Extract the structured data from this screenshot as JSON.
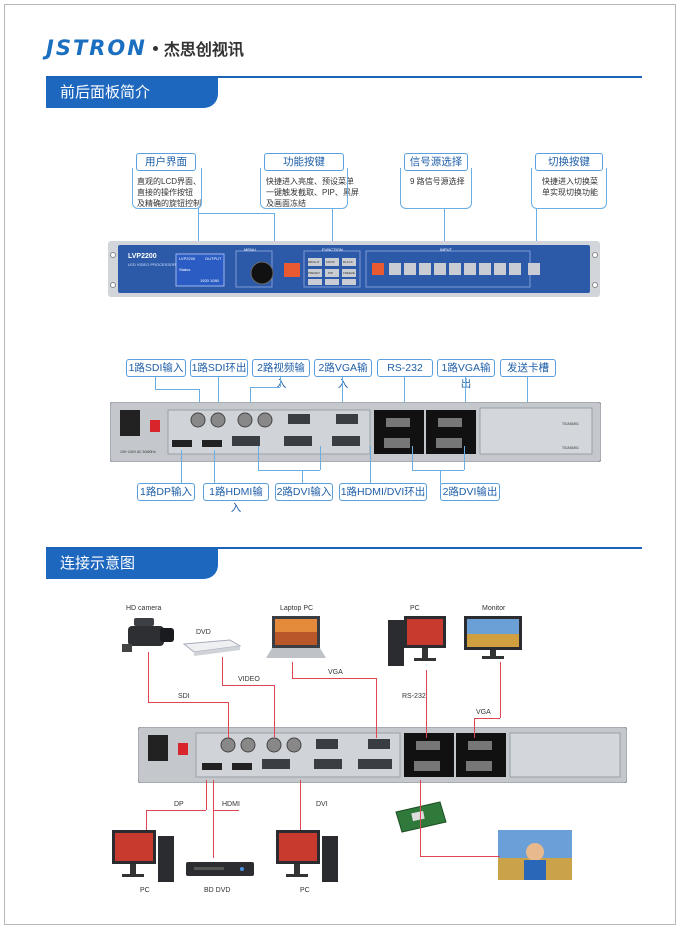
{
  "brand": {
    "logo_en": "JSTRON",
    "logo_cn": "杰思创视讯"
  },
  "sections": {
    "front": "前后面板简介",
    "connect": "连接示意图"
  },
  "front_callouts": [
    {
      "title": "用户界面",
      "desc": [
        "直观的LCD界面、",
        "直接的操作按钮",
        "及精确的旋钮控制"
      ]
    },
    {
      "title": "功能按键",
      "desc": [
        "快捷进入亮度、预设菜单",
        "一键触发截取、PIP、黑屏",
        "及画面冻结"
      ]
    },
    {
      "title": "信号源选择",
      "desc": [
        "9 路信号源选择"
      ]
    },
    {
      "title": "切换按键",
      "desc": [
        "快捷进入切换菜",
        "单实现切换功能"
      ]
    }
  ],
  "front_panel": {
    "model": "LVP2200",
    "sub": "LED VIDEO PROCESSOR",
    "group_menu": "MENU",
    "group_function": "FUNCTION",
    "group_input": "INPUT",
    "lcd": {
      "l1": "LVP2200",
      "l2": "OUTPUT",
      "l3": "Status",
      "l4": "1920 1080"
    },
    "function_keys": [
      "BRIGHT",
      "CROP",
      "BLACK",
      "PRESET",
      "PIP",
      "FREEZE"
    ]
  },
  "rear_top_labels": [
    "1路SDI输入",
    "1路SDI环出",
    "2路视频输入",
    "2路VGA输入",
    "RS-232",
    "1路VGA输出",
    "发送卡槽"
  ],
  "rear_bottom_labels": [
    "1路DP输入",
    "1路HDMI输入",
    "2路DVI输入",
    "1路HDMI/DVI环出",
    "2路DVI输出"
  ],
  "rear_panel_text": {
    "power": "100~240V AC 50/60Hz",
    "card1": "TS/ASM01",
    "card2": "TS/ASM01"
  },
  "diagram": {
    "devices": {
      "camera": "HD camera",
      "dvd": "DVD",
      "laptop": "Laptop PC",
      "pc_top": "PC",
      "monitor": "Monitor",
      "pc_left": "PC",
      "bd": "BD DVD",
      "pc_mid": "PC"
    },
    "signals": {
      "sdi": "SDI",
      "video": "VIDEO",
      "vga_in": "VGA",
      "rs232": "RS-232",
      "vga_out": "VGA",
      "dp": "DP",
      "hdmi": "HDMI",
      "dvi": "DVI"
    }
  },
  "colors": {
    "brand": "#1a6fc0",
    "tab": "#1d67bf",
    "callout": "#5aa0de",
    "panel": "#2c5aa8",
    "cable": "#e0464f"
  }
}
